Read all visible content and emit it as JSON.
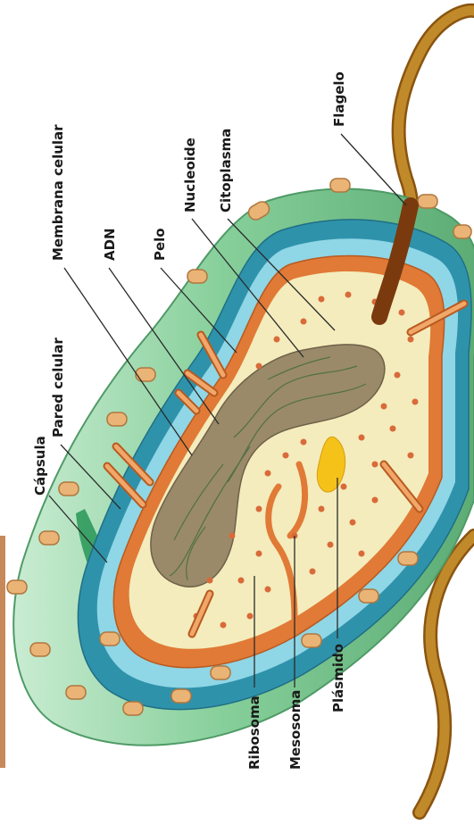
{
  "diagram": {
    "labels": {
      "capsula": "Cápsula",
      "pared_celular": "Pared celular",
      "membrana_celular": "Membrana celular",
      "adn": "ADN",
      "pelo": "Pelo",
      "nucleoide": "Nucleoide",
      "citoplasma": "Citoplasma",
      "flagelo": "Flagelo",
      "ribosoma": "Ribosoma",
      "mesosoma": "Mesosoma",
      "plasmido": "Plásmido"
    },
    "colors": {
      "capsule": "#7cc48e",
      "cell_wall": "#2a8fa8",
      "membrane": "#e07a36",
      "cytoplasm": "#f4ecbc",
      "nucleoid": "#9a8a6a",
      "flagellum": "#b07a1e",
      "ribosome": "#d96a3a",
      "plasmid": "#f5c21a",
      "pili": "#e6a56a"
    }
  }
}
